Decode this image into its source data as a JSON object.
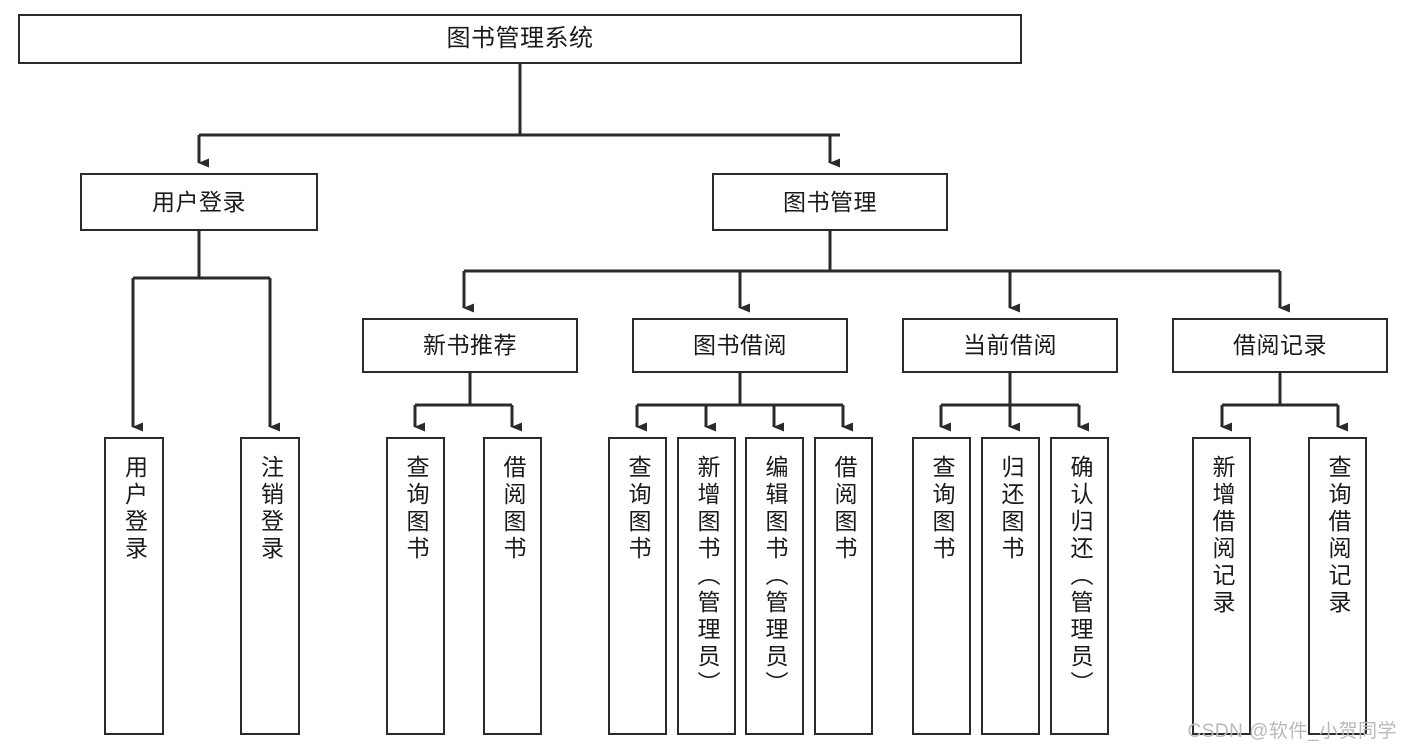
{
  "diagram": {
    "type": "tree",
    "title": "图书管理系统",
    "orientation": "top-down",
    "colors": {
      "box_border": "#2b2b2b",
      "box_fill": "#ffffff",
      "connector": "#2b2b2b",
      "text": "#1a1a1a",
      "watermark": "#b9b9b9",
      "background": "#ffffff"
    }
  },
  "nodes": {
    "root": {
      "label": "图书管理系统"
    },
    "level2": [
      {
        "id": "user-login",
        "label": "用户登录"
      },
      {
        "id": "book-manage",
        "label": "图书管理"
      }
    ],
    "level3": [
      {
        "id": "new-book-recommend",
        "label": "新书推荐"
      },
      {
        "id": "book-borrow",
        "label": "图书借阅"
      },
      {
        "id": "current-borrow",
        "label": "当前借阅"
      },
      {
        "id": "borrow-record",
        "label": "借阅记录"
      }
    ],
    "leaves": [
      {
        "id": "leaf-user-login",
        "parent": "user-login",
        "label": "用户登录"
      },
      {
        "id": "leaf-logout",
        "parent": "user-login",
        "label": "注销登录"
      },
      {
        "id": "leaf-query-book-1",
        "parent": "new-book-recommend",
        "label": "查询图书"
      },
      {
        "id": "leaf-borrow-book-1",
        "parent": "new-book-recommend",
        "label": "借阅图书"
      },
      {
        "id": "leaf-query-book-2",
        "parent": "book-borrow",
        "label": "查询图书"
      },
      {
        "id": "leaf-add-book",
        "parent": "book-borrow",
        "label": "新增图书（管理员）"
      },
      {
        "id": "leaf-edit-book",
        "parent": "book-borrow",
        "label": "编辑图书（管理员）"
      },
      {
        "id": "leaf-borrow-book-2",
        "parent": "book-borrow",
        "label": "借阅图书"
      },
      {
        "id": "leaf-query-book-3",
        "parent": "current-borrow",
        "label": "查询图书"
      },
      {
        "id": "leaf-return-book",
        "parent": "current-borrow",
        "label": "归还图书"
      },
      {
        "id": "leaf-confirm-return",
        "parent": "current-borrow",
        "label": "确认归还（管理员）"
      },
      {
        "id": "leaf-add-record",
        "parent": "borrow-record",
        "label": "新增借阅记录"
      },
      {
        "id": "leaf-query-record",
        "parent": "borrow-record",
        "label": "查询借阅记录"
      }
    ]
  },
  "watermark": {
    "text": "CSDN @软件_小贺同学"
  }
}
